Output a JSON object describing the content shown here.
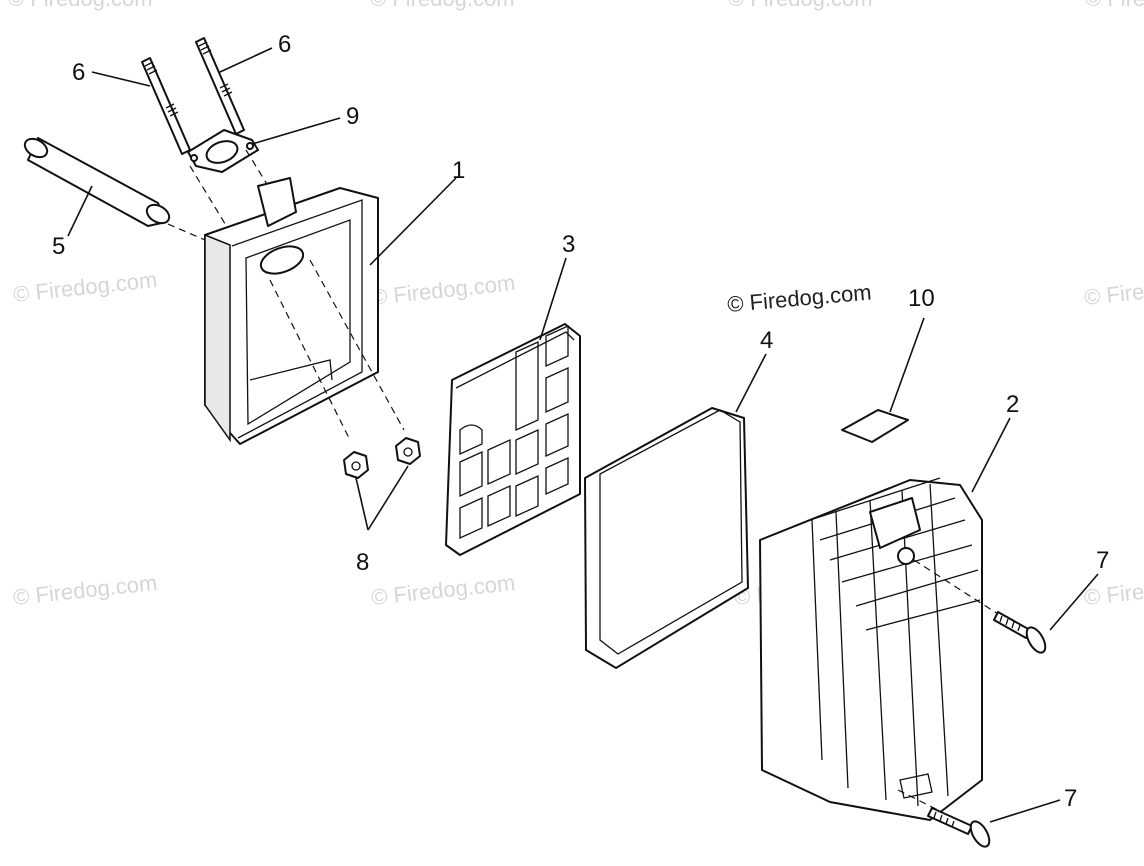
{
  "watermark": {
    "text": "© Firedog.com"
  },
  "callouts": {
    "c1": "1",
    "c2": "2",
    "c3": "3",
    "c4": "4",
    "c5": "5",
    "c6a": "6",
    "c6b": "6",
    "c7a": "7",
    "c7b": "7",
    "c8": "8",
    "c9": "9",
    "c10": "10"
  }
}
